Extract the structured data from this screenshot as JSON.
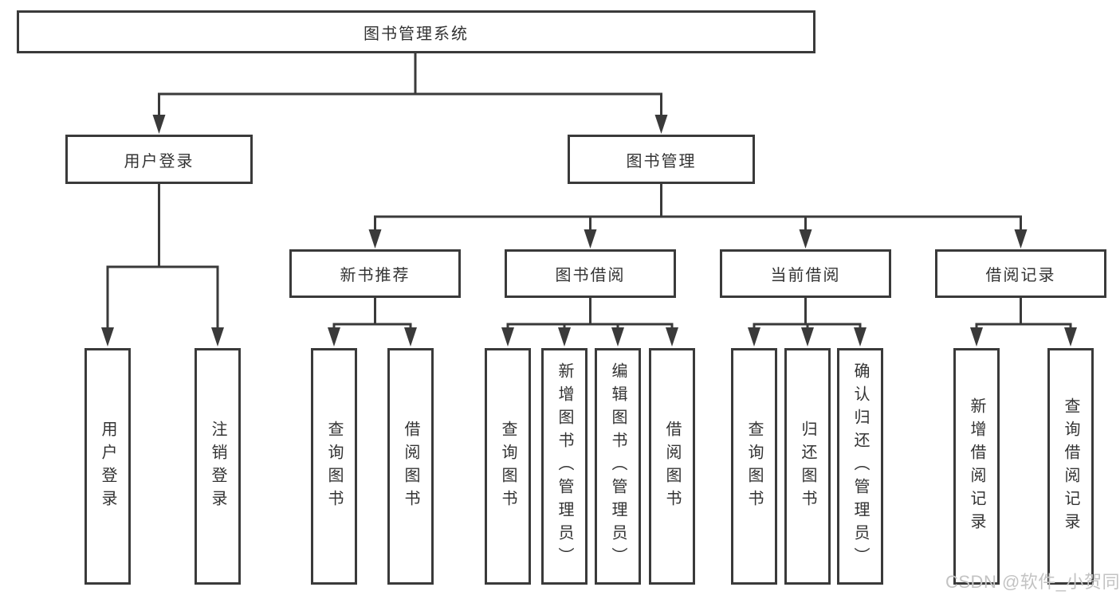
{
  "diagram": {
    "root": {
      "label": "图书管理系统"
    },
    "level2": [
      {
        "label": "用户登录"
      },
      {
        "label": "图书管理"
      }
    ],
    "level3": [
      {
        "label": "新书推荐"
      },
      {
        "label": "图书借阅"
      },
      {
        "label": "当前借阅"
      },
      {
        "label": "借阅记录"
      }
    ],
    "leaves": {
      "user_login": [
        "用户登录",
        "注销登录"
      ],
      "new_book": [
        "查询图书",
        "借阅图书"
      ],
      "book_borrow": [
        "查询图书",
        "新增图书（管理员）",
        "编辑图书（管理员）",
        "借阅图书"
      ],
      "current_borrow": [
        "查询图书",
        "归还图书",
        "确认归还（管理员）"
      ],
      "borrow_record": [
        "新增借阅记录",
        "查询借阅记录"
      ]
    },
    "watermark": "CSDN @软件_小贺同学",
    "colors": {
      "line": "#3a3a3a",
      "box_border": "#3a3a3a",
      "text": "#333333",
      "watermark": "#c3c3c3",
      "background": "#ffffff"
    }
  }
}
